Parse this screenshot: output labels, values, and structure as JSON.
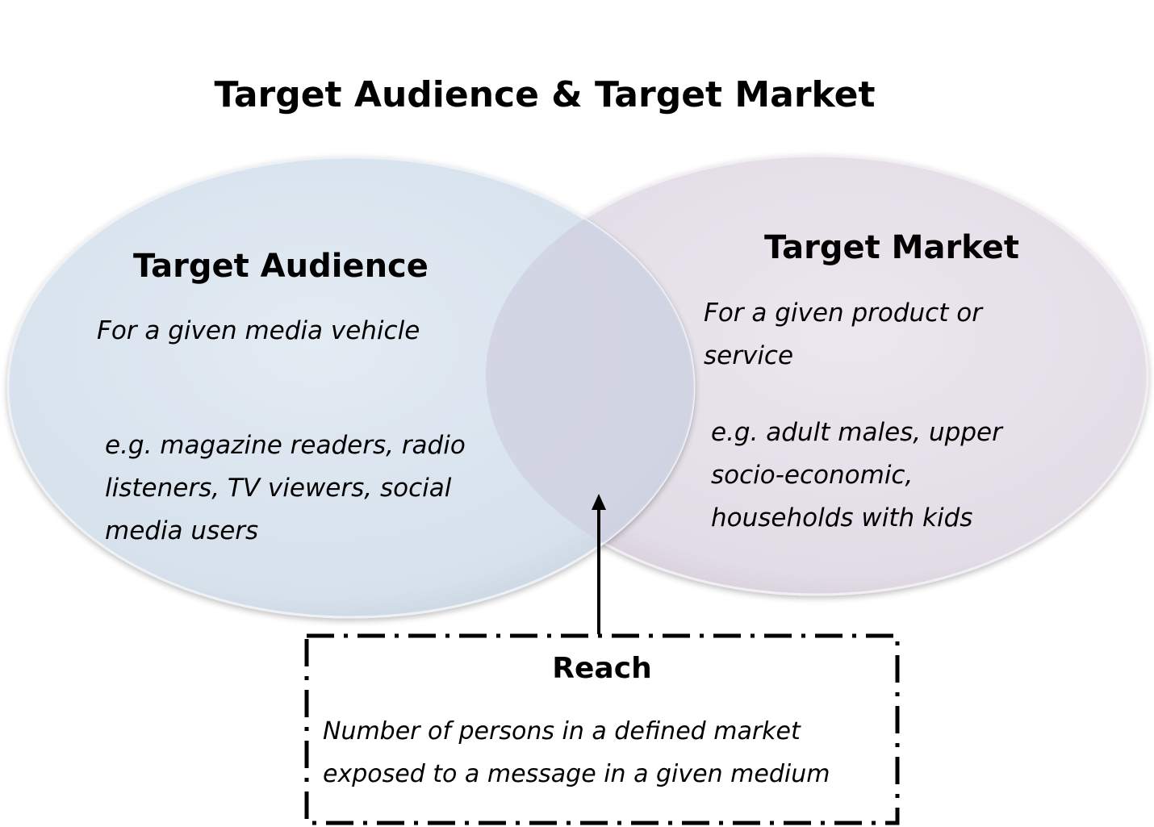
{
  "title": "Target Audience & Target Market",
  "target_audience": {
    "heading": "Target Audience",
    "description": "For a given media vehicle",
    "examples": [
      "e.g. magazine readers, radio",
      "listeners, TV viewers, social",
      "media users"
    ],
    "color": "#d9e4ee"
  },
  "target_market": {
    "heading": "Target Market",
    "description": [
      "For a given product or",
      "service"
    ],
    "examples": [
      "e.g. adult males, upper",
      "socio-economic,",
      "households with kids"
    ],
    "color": "#e5e0e8"
  },
  "reach": {
    "heading": "Reach",
    "description": [
      "Number of persons in a defined market",
      "exposed to a message in a given medium"
    ]
  },
  "overlap_color": "#d3d2e0"
}
